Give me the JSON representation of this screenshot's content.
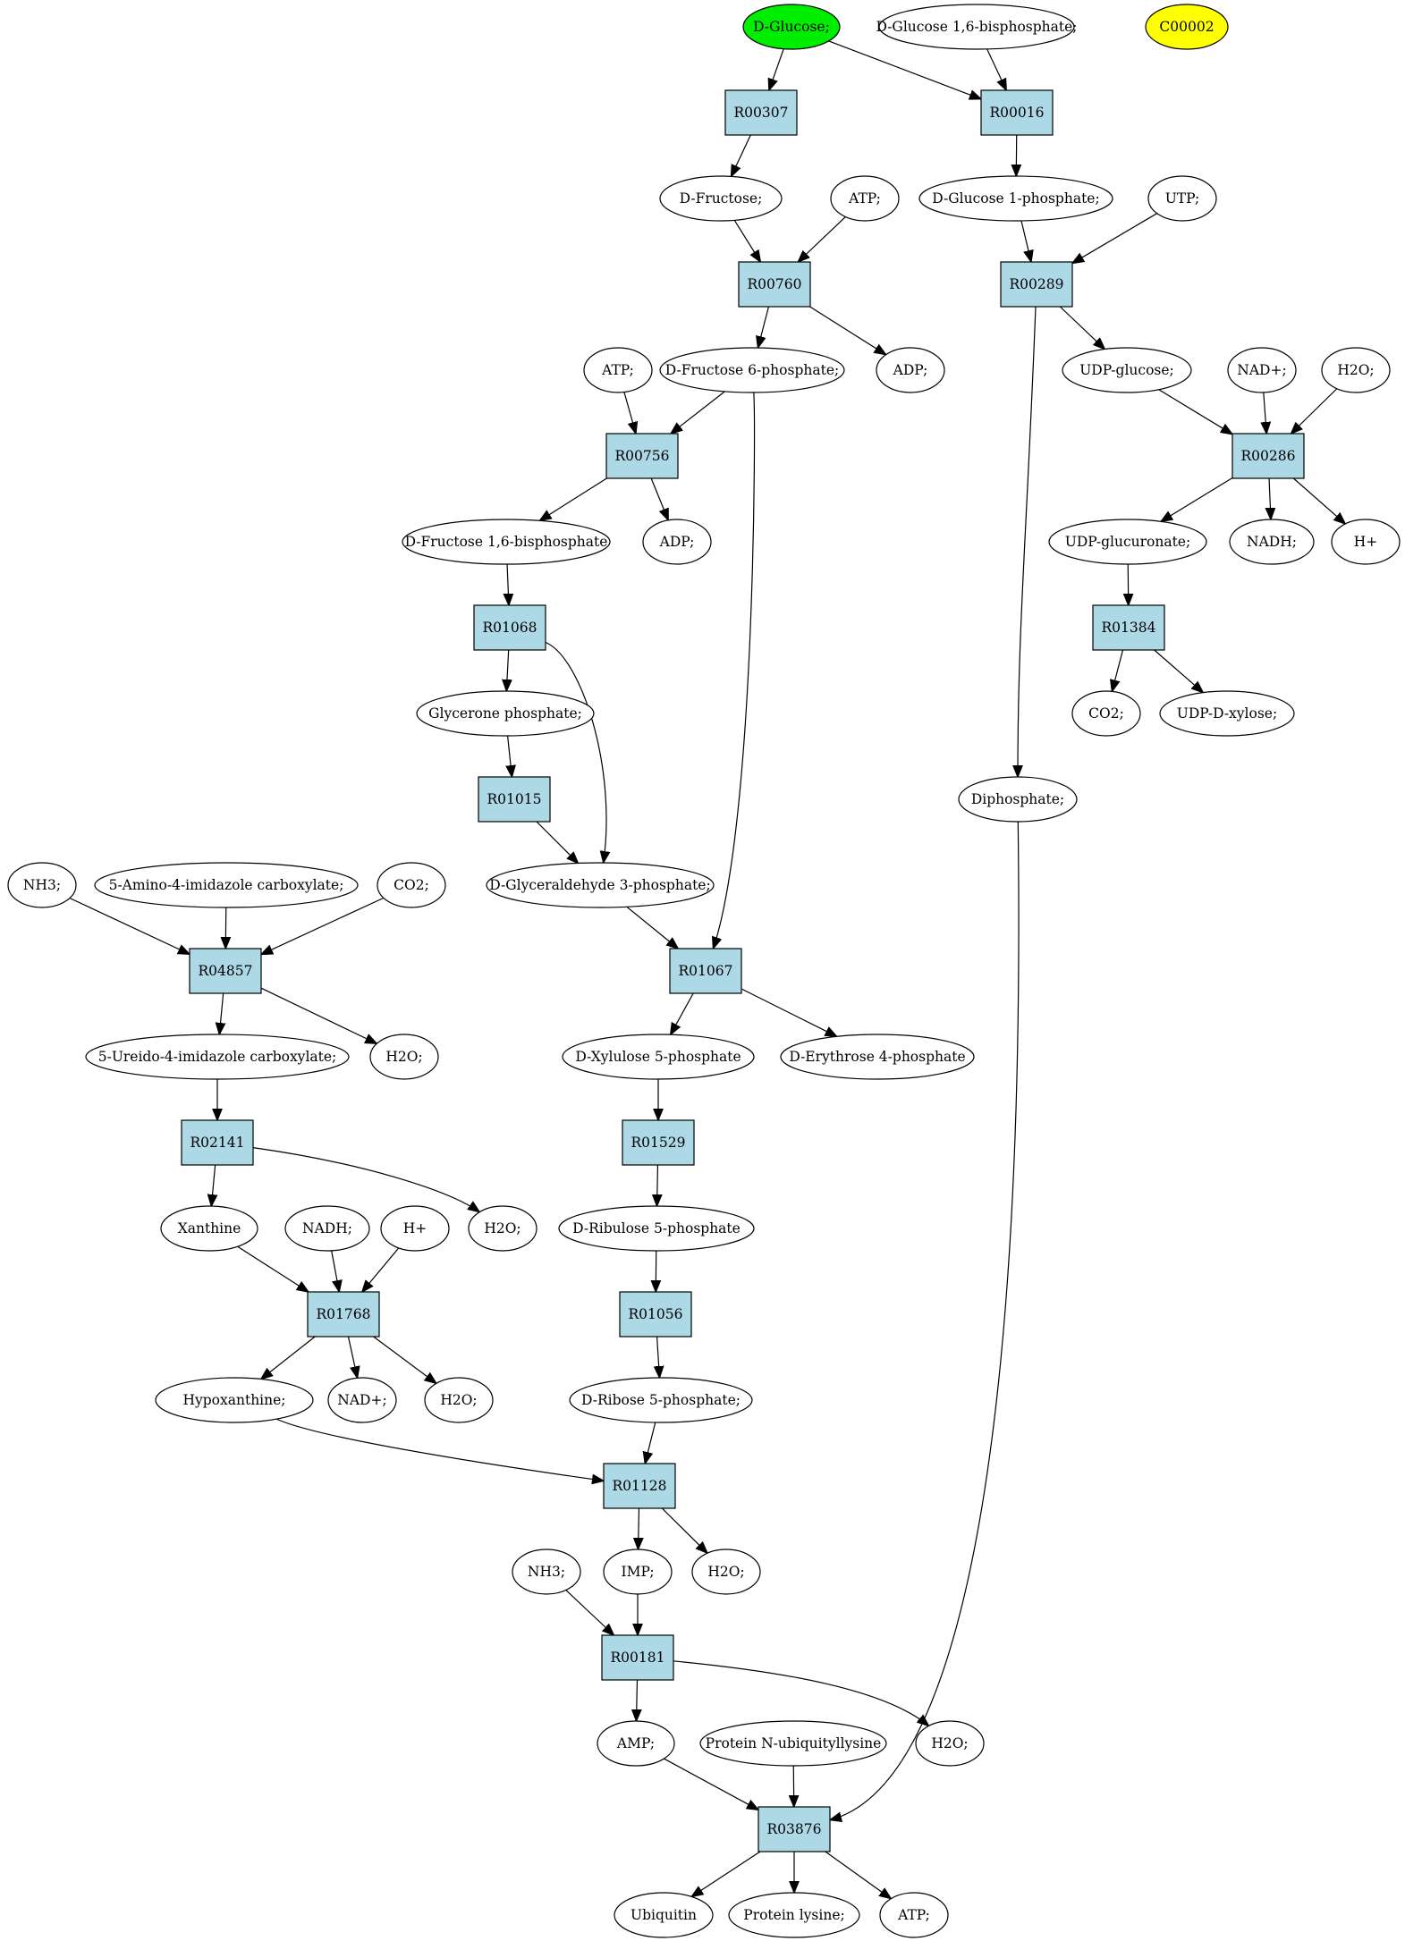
{
  "colors": {
    "start_node": "#00ee00",
    "highlight_node": "#ffff00",
    "compound_node": "#ffffff",
    "reaction_node": "#add8e6"
  },
  "compounds": [
    {
      "id": "glc",
      "label": "D-Glucose;",
      "color": "start_node"
    },
    {
      "id": "g16bp",
      "label": "D-Glucose 1,6-bisphosphate;"
    },
    {
      "id": "c00002",
      "label": "C00002",
      "color": "highlight_node"
    },
    {
      "id": "fru",
      "label": "D-Fructose;"
    },
    {
      "id": "atp1",
      "label": "ATP;"
    },
    {
      "id": "g1p",
      "label": "D-Glucose 1-phosphate;"
    },
    {
      "id": "utp",
      "label": "UTP;"
    },
    {
      "id": "atp2",
      "label": "ATP;"
    },
    {
      "id": "f6p",
      "label": "D-Fructose 6-phosphate;"
    },
    {
      "id": "adp1",
      "label": "ADP;"
    },
    {
      "id": "udpglc",
      "label": "UDP-glucose;"
    },
    {
      "id": "nad1",
      "label": "NAD+;"
    },
    {
      "id": "h2o1",
      "label": "H2O;"
    },
    {
      "id": "f16bp",
      "label": "D-Fructose 1,6-bisphosphate"
    },
    {
      "id": "adp2",
      "label": "ADP;"
    },
    {
      "id": "udpgca",
      "label": "UDP-glucuronate;"
    },
    {
      "id": "nadh1",
      "label": "NADH;"
    },
    {
      "id": "h1",
      "label": "H+"
    },
    {
      "id": "dhap",
      "label": "Glycerone phosphate;"
    },
    {
      "id": "co2a",
      "label": "CO2;"
    },
    {
      "id": "udpxyl",
      "label": "UDP-D-xylose;"
    },
    {
      "id": "ppi",
      "label": "Diphosphate;"
    },
    {
      "id": "nh3a",
      "label": "NH3;"
    },
    {
      "id": "aicx",
      "label": "5-Amino-4-imidazole carboxylate;"
    },
    {
      "id": "co2b",
      "label": "CO2;"
    },
    {
      "id": "gap",
      "label": "D-Glyceraldehyde 3-phosphate;"
    },
    {
      "id": "uicx",
      "label": "5-Ureido-4-imidazole carboxylate;"
    },
    {
      "id": "h2o2",
      "label": "H2O;"
    },
    {
      "id": "xu5p",
      "label": "D-Xylulose 5-phosphate"
    },
    {
      "id": "e4p",
      "label": "D-Erythrose 4-phosphate"
    },
    {
      "id": "xan",
      "label": "Xanthine"
    },
    {
      "id": "nadh2",
      "label": "NADH;"
    },
    {
      "id": "h2",
      "label": "H+"
    },
    {
      "id": "h2o3",
      "label": "H2O;"
    },
    {
      "id": "ru5p",
      "label": "D-Ribulose 5-phosphate"
    },
    {
      "id": "hyx",
      "label": "Hypoxanthine;"
    },
    {
      "id": "nad2",
      "label": "NAD+;"
    },
    {
      "id": "h2o4",
      "label": "H2O;"
    },
    {
      "id": "r5p",
      "label": "D-Ribose 5-phosphate;"
    },
    {
      "id": "nh3b",
      "label": "NH3;"
    },
    {
      "id": "imp",
      "label": "IMP;"
    },
    {
      "id": "h2o5",
      "label": "H2O;"
    },
    {
      "id": "amp",
      "label": "AMP;"
    },
    {
      "id": "pubq",
      "label": "Protein N-ubiquityllysine"
    },
    {
      "id": "h2o6",
      "label": "H2O;"
    },
    {
      "id": "ubq",
      "label": "Ubiquitin"
    },
    {
      "id": "plys",
      "label": "Protein lysine;"
    },
    {
      "id": "atp3",
      "label": "ATP;"
    }
  ],
  "reactions": [
    {
      "id": "R00307",
      "label": "R00307"
    },
    {
      "id": "R00016",
      "label": "R00016"
    },
    {
      "id": "R00760",
      "label": "R00760"
    },
    {
      "id": "R00289",
      "label": "R00289"
    },
    {
      "id": "R00756",
      "label": "R00756"
    },
    {
      "id": "R00286",
      "label": "R00286"
    },
    {
      "id": "R01068",
      "label": "R01068"
    },
    {
      "id": "R01384",
      "label": "R01384"
    },
    {
      "id": "R01015",
      "label": "R01015"
    },
    {
      "id": "R04857",
      "label": "R04857"
    },
    {
      "id": "R01067",
      "label": "R01067"
    },
    {
      "id": "R02141",
      "label": "R02141"
    },
    {
      "id": "R01529",
      "label": "R01529"
    },
    {
      "id": "R01768",
      "label": "R01768"
    },
    {
      "id": "R01056",
      "label": "R01056"
    },
    {
      "id": "R01128",
      "label": "R01128"
    },
    {
      "id": "R00181",
      "label": "R00181"
    },
    {
      "id": "R03876",
      "label": "R03876"
    }
  ],
  "edges": [
    [
      "glc",
      "R00307"
    ],
    [
      "glc",
      "R00016"
    ],
    [
      "g16bp",
      "R00016"
    ],
    [
      "R00307",
      "fru"
    ],
    [
      "R00016",
      "g1p"
    ],
    [
      "fru",
      "R00760"
    ],
    [
      "atp1",
      "R00760"
    ],
    [
      "g1p",
      "R00289"
    ],
    [
      "utp",
      "R00289"
    ],
    [
      "R00760",
      "f6p"
    ],
    [
      "R00760",
      "adp1"
    ],
    [
      "R00289",
      "udpglc"
    ],
    [
      "R00289",
      "ppi"
    ],
    [
      "atp2",
      "R00756"
    ],
    [
      "f6p",
      "R00756"
    ],
    [
      "f6p",
      "R01067"
    ],
    [
      "udpglc",
      "R00286"
    ],
    [
      "nad1",
      "R00286"
    ],
    [
      "h2o1",
      "R00286"
    ],
    [
      "R00756",
      "f16bp"
    ],
    [
      "R00756",
      "adp2"
    ],
    [
      "R00286",
      "udpgca"
    ],
    [
      "R00286",
      "nadh1"
    ],
    [
      "R00286",
      "h1"
    ],
    [
      "f16bp",
      "R01068"
    ],
    [
      "udpgca",
      "R01384"
    ],
    [
      "R01068",
      "dhap"
    ],
    [
      "R01068",
      "gap"
    ],
    [
      "R01384",
      "co2a"
    ],
    [
      "R01384",
      "udpxyl"
    ],
    [
      "dhap",
      "R01015"
    ],
    [
      "R01015",
      "gap"
    ],
    [
      "nh3a",
      "R04857"
    ],
    [
      "aicx",
      "R04857"
    ],
    [
      "co2b",
      "R04857"
    ],
    [
      "gap",
      "R01067"
    ],
    [
      "R04857",
      "uicx"
    ],
    [
      "R04857",
      "h2o2"
    ],
    [
      "R01067",
      "xu5p"
    ],
    [
      "R01067",
      "e4p"
    ],
    [
      "uicx",
      "R02141"
    ],
    [
      "xu5p",
      "R01529"
    ],
    [
      "R02141",
      "xan"
    ],
    [
      "R02141",
      "h2o3"
    ],
    [
      "R01529",
      "ru5p"
    ],
    [
      "xan",
      "R01768"
    ],
    [
      "nadh2",
      "R01768"
    ],
    [
      "h2",
      "R01768"
    ],
    [
      "ru5p",
      "R01056"
    ],
    [
      "R01768",
      "hyx"
    ],
    [
      "R01768",
      "nad2"
    ],
    [
      "R01768",
      "h2o4"
    ],
    [
      "R01056",
      "r5p"
    ],
    [
      "hyx",
      "R01128"
    ],
    [
      "r5p",
      "R01128"
    ],
    [
      "R01128",
      "imp"
    ],
    [
      "R01128",
      "h2o5"
    ],
    [
      "nh3b",
      "R00181"
    ],
    [
      "imp",
      "R00181"
    ],
    [
      "R00181",
      "amp"
    ],
    [
      "R00181",
      "h2o6"
    ],
    [
      "amp",
      "R03876"
    ],
    [
      "pubq",
      "R03876"
    ],
    [
      "ppi",
      "R03876"
    ],
    [
      "R03876",
      "ubq"
    ],
    [
      "R03876",
      "plys"
    ],
    [
      "R03876",
      "atp3"
    ]
  ]
}
